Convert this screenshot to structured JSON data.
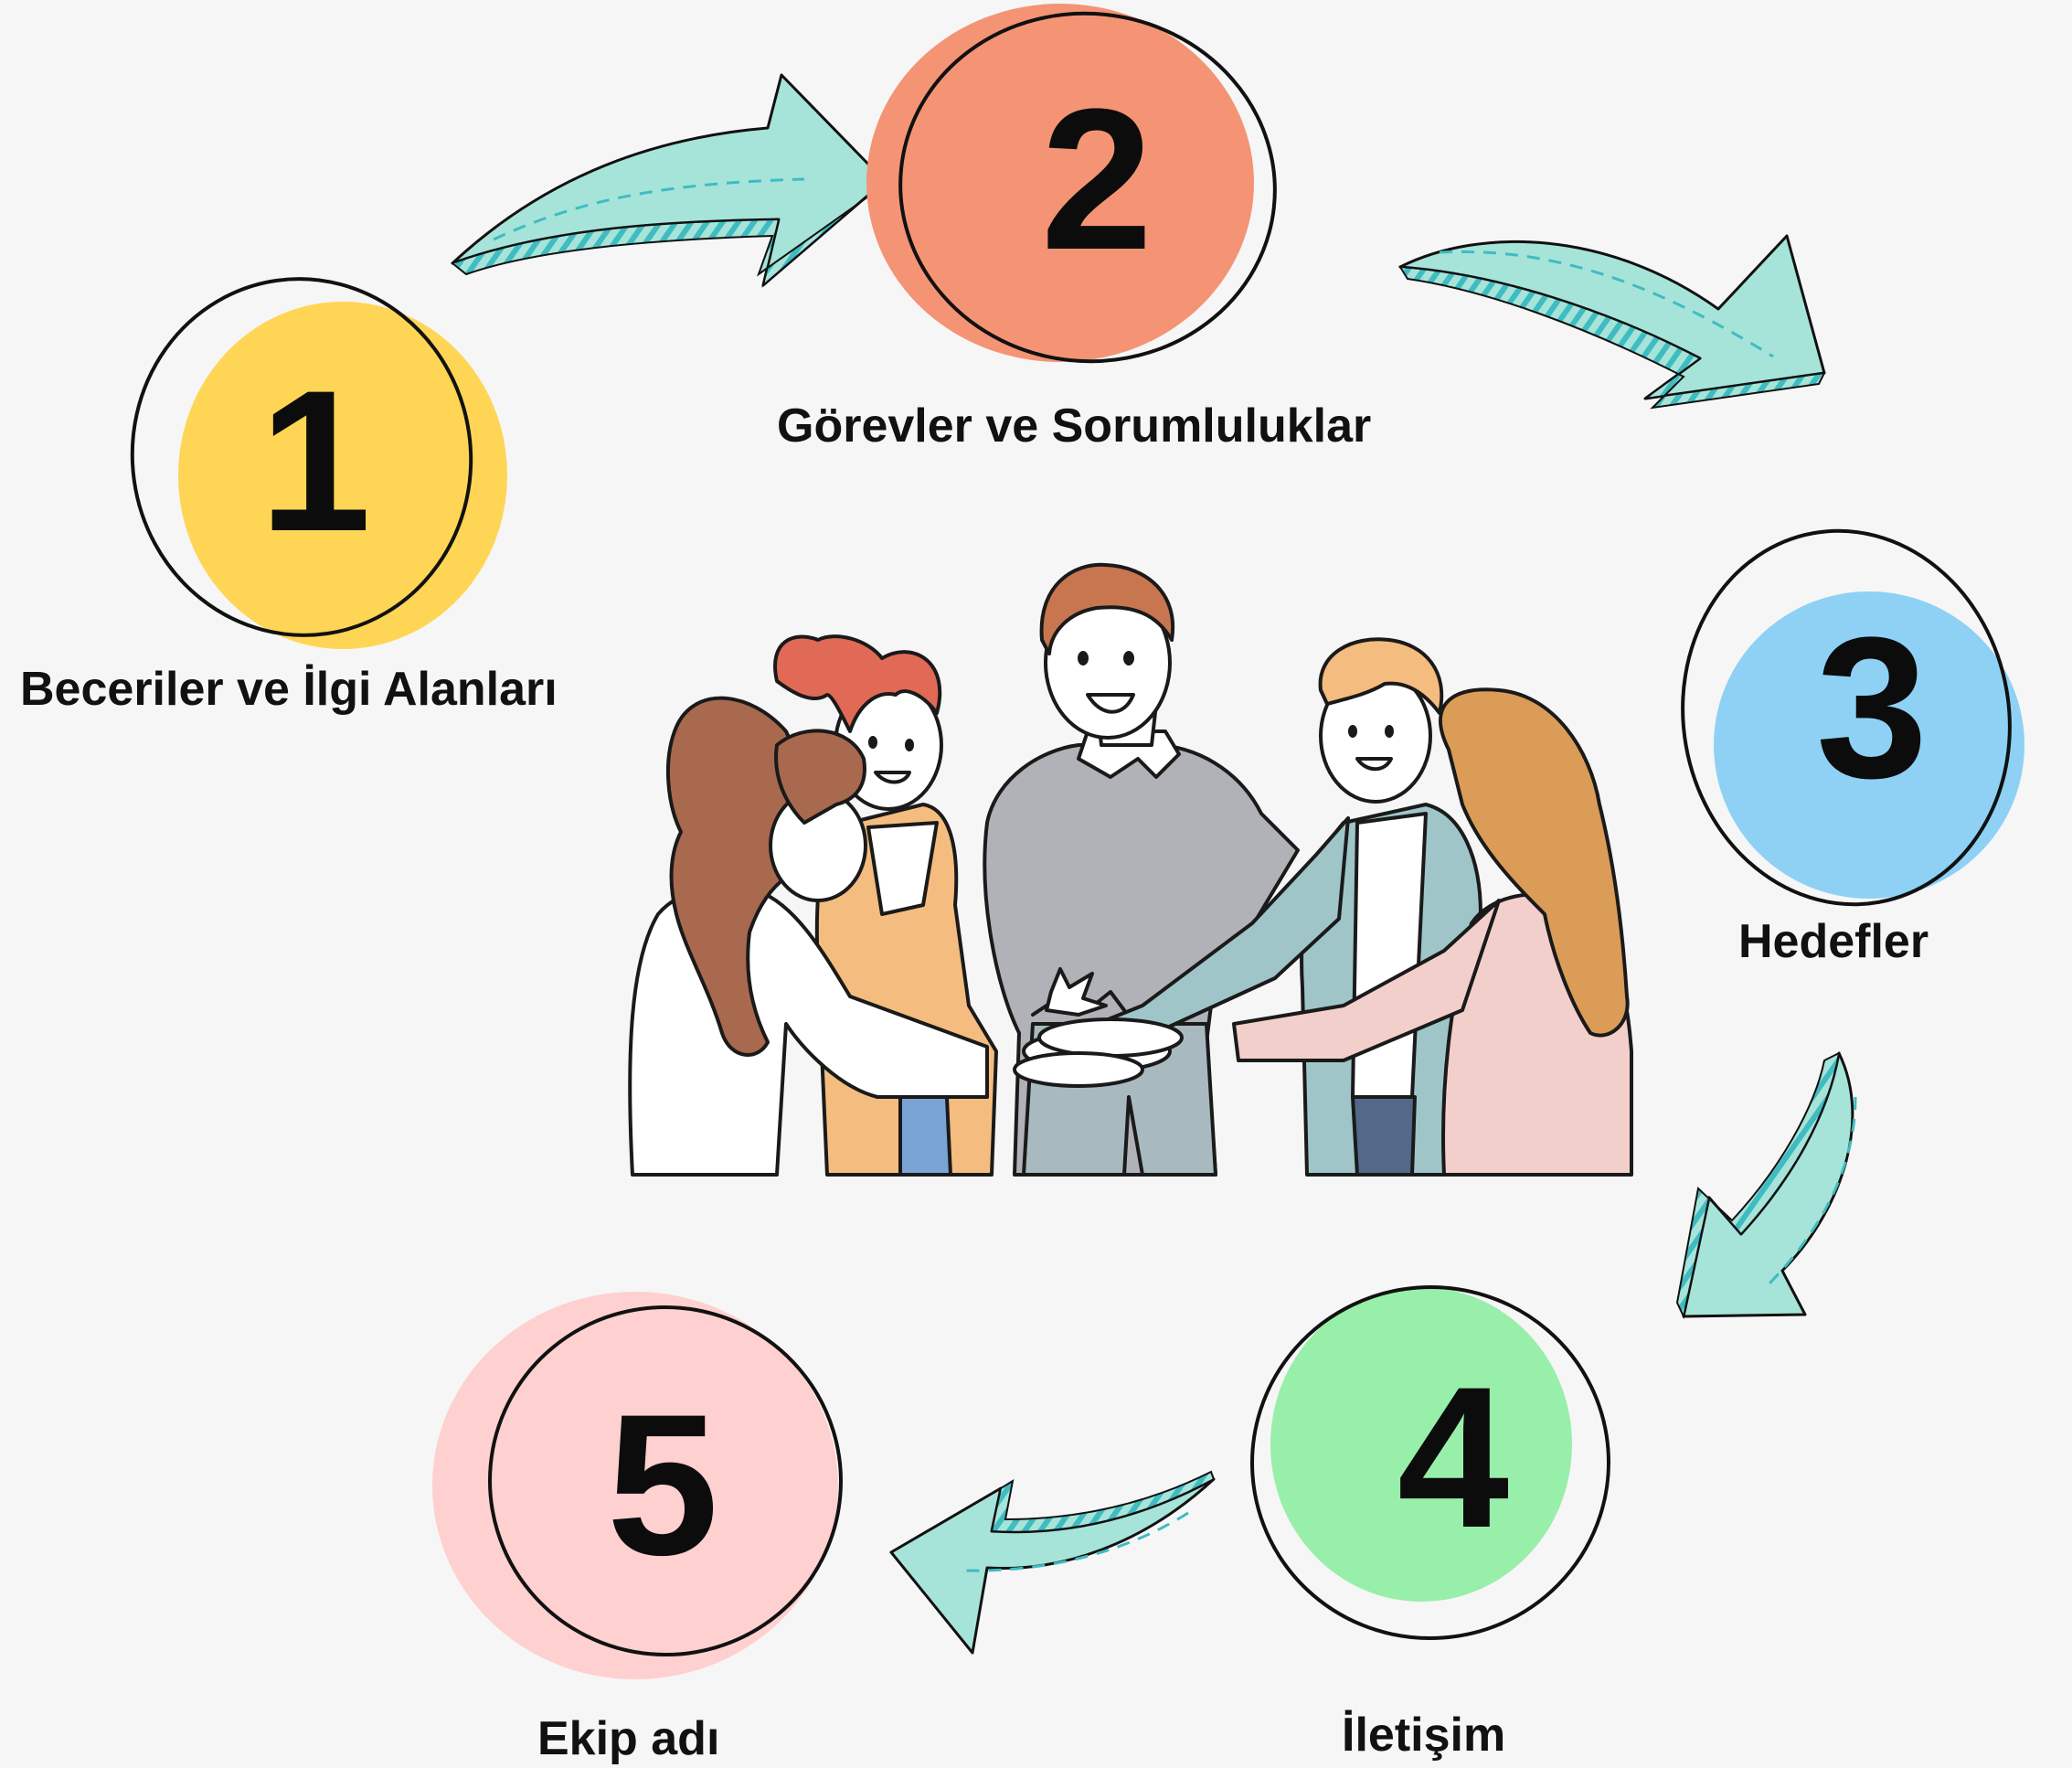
{
  "colors": {
    "background": "#f6f6f6",
    "step1": "#ffd555",
    "step2": "#f49474",
    "step3": "#8ed1f5",
    "step4": "#98efaa",
    "step5": "#ffd0d0",
    "arrow_fill": "#a6e4d9",
    "arrow_stripes": "#3fbcc1",
    "outline": "#111111"
  },
  "steps": [
    {
      "number": "1",
      "label": "Beceriler ve İlgi Alanları",
      "color": "step1"
    },
    {
      "number": "2",
      "label": "Görevler ve Sorumluluklar",
      "color": "step2"
    },
    {
      "number": "3",
      "label": "Hedefler",
      "color": "step3"
    },
    {
      "number": "4",
      "label": "İletişim",
      "color": "step4"
    },
    {
      "number": "5",
      "label": "Ekip adı",
      "color": "step5"
    }
  ],
  "arrows": [
    {
      "from": "1",
      "to": "2",
      "icon": "curved-arrow-icon"
    },
    {
      "from": "2",
      "to": "3",
      "icon": "curved-arrow-icon"
    },
    {
      "from": "3",
      "to": "4",
      "icon": "curved-arrow-icon"
    },
    {
      "from": "4",
      "to": "5",
      "icon": "curved-arrow-icon"
    }
  ],
  "illustration": {
    "icon": "team-hands-together-illustration"
  }
}
